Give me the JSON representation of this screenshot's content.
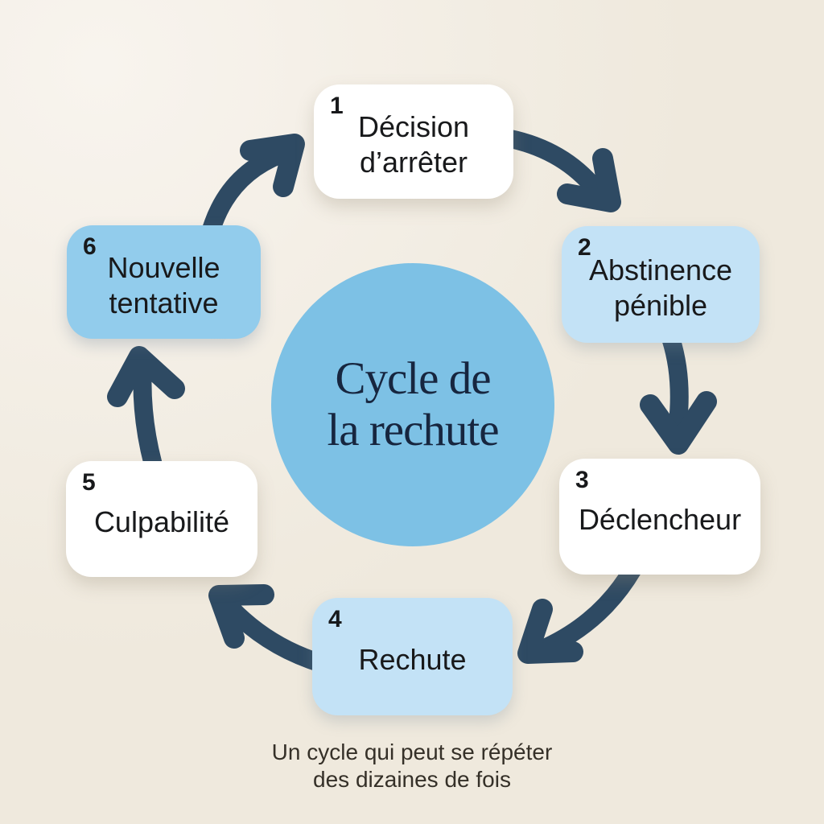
{
  "colors": {
    "bg": "#efe9dd",
    "bg-light": "#f8f4ee",
    "arrow": "#2e4a63",
    "circle": "#7dc1e5",
    "circle-text": "#17263f",
    "card-white": "#ffffff",
    "card-sky": "#c3e2f6",
    "card-blue": "#92ccec",
    "text": "#18191b",
    "caption": "#353028"
  },
  "center": {
    "title": "Cycle de\nla rechute"
  },
  "steps": [
    {
      "number": "1",
      "label": "Décision\nd’arrêter"
    },
    {
      "number": "2",
      "label": "Abstinence\npénible"
    },
    {
      "number": "3",
      "label": "Déclencheur"
    },
    {
      "number": "4",
      "label": "Rechute"
    },
    {
      "number": "5",
      "label": "Culpabilité"
    },
    {
      "number": "6",
      "label": "Nouvelle\ntentative"
    }
  ],
  "caption": "Un cycle qui peut se répéter\ndes dizaines de fois"
}
